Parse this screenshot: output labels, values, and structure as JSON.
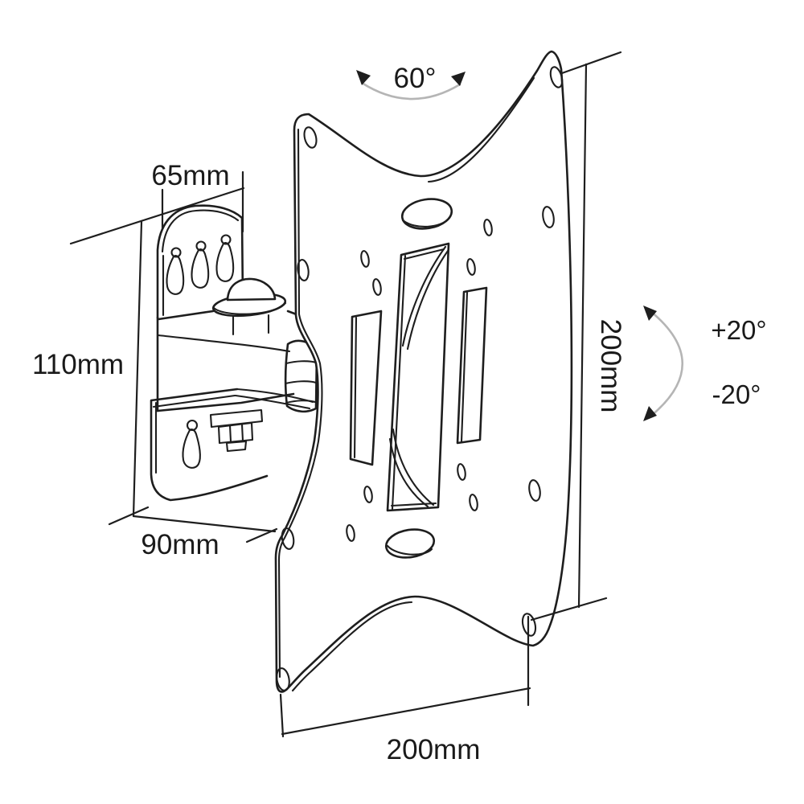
{
  "drawing": {
    "background": "#ffffff",
    "colors": {
      "line": "#1e1e1e",
      "text": "#1a1a1a",
      "annotation_arc": "#b5b5b5"
    },
    "dimensions": {
      "wall_plate_width": {
        "label": "65mm"
      },
      "wall_plate_height": {
        "label": "110mm"
      },
      "arm_depth": {
        "label": "90mm"
      },
      "vesa_height": {
        "label": "200mm"
      },
      "vesa_width": {
        "label": "200mm"
      },
      "swivel_angle": {
        "label": "60°"
      },
      "tilt_up": {
        "label": "+20°"
      },
      "tilt_down": {
        "label": "-20°"
      }
    }
  }
}
